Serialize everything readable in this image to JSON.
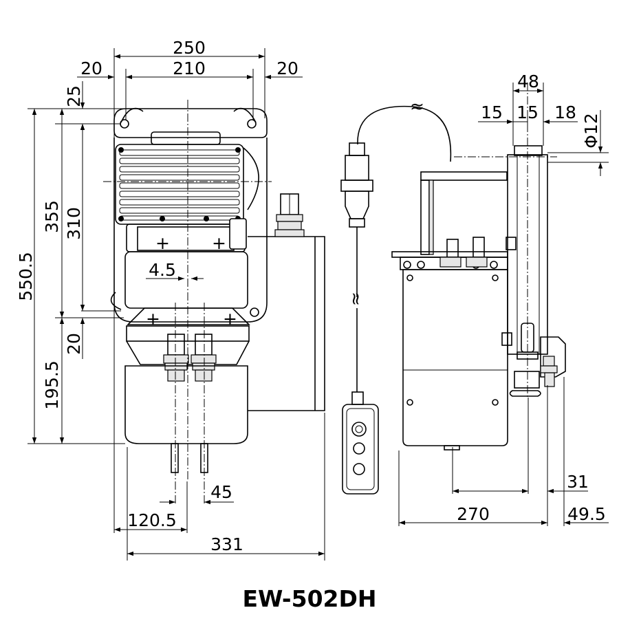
{
  "model": "EW-502DH",
  "front_view": {
    "dims": {
      "overall_width": "250",
      "inner_width": "210",
      "left_margin": "20",
      "right_margin": "20",
      "top_offset": "25",
      "total_height": "550.5",
      "upper_height": "355",
      "mount_height": "310",
      "mount_gap": "20",
      "lower_height": "195.5",
      "shaft_offset": "4.5",
      "pin_pitch": "45",
      "pin_center": "120.5",
      "total_depth": "331"
    }
  },
  "side_view": {
    "dims": {
      "arm_width": "48",
      "arm_a": "15",
      "arm_b": "15",
      "arm_c": "18",
      "hole_dia": "Φ12",
      "rear_offset": "31",
      "overall_length": "270",
      "end_offset": "49.5"
    }
  }
}
